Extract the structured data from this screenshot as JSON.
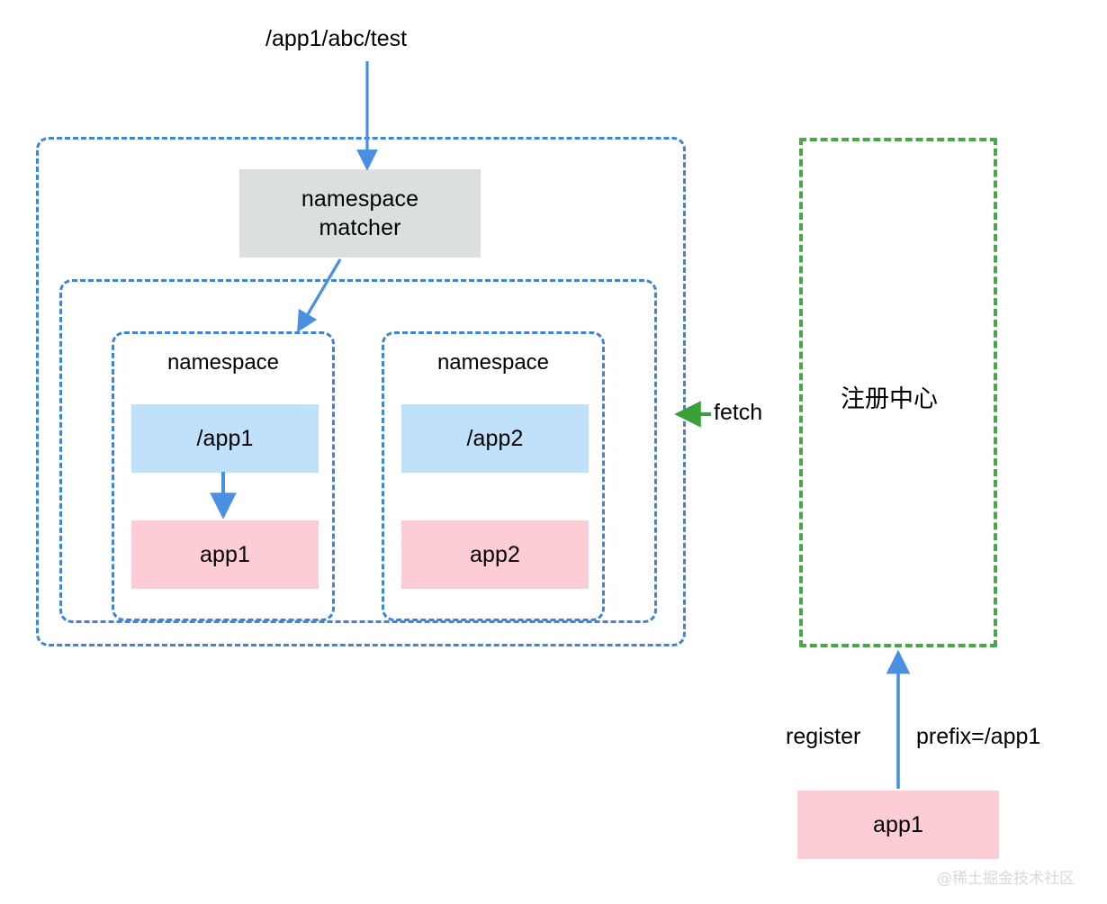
{
  "diagram": {
    "title_text": "/app1/abc/test",
    "matcher": {
      "line1": "namespace",
      "line2": "matcher"
    },
    "namespaces": [
      {
        "title": "namespace",
        "prefix": "/app1",
        "service": "app1"
      },
      {
        "title": "namespace",
        "prefix": "/app2",
        "service": "app2"
      }
    ],
    "edges": {
      "fetch_label": "fetch",
      "register_label": "register",
      "prefix_label": "prefix=/app1"
    },
    "registry": {
      "name": "注册中心"
    },
    "client": {
      "name": "app1"
    },
    "watermark": "@稀土掘金技术社区",
    "colors": {
      "blue_dash": "#3d85d8",
      "green_dash": "#46a846",
      "arrow_blue": "#4a90e2",
      "arrow_green": "#3aa03a",
      "box_gray": "#dcdfe0",
      "box_blue": "#bfe2fa",
      "box_pink": "#fccdd4"
    }
  }
}
